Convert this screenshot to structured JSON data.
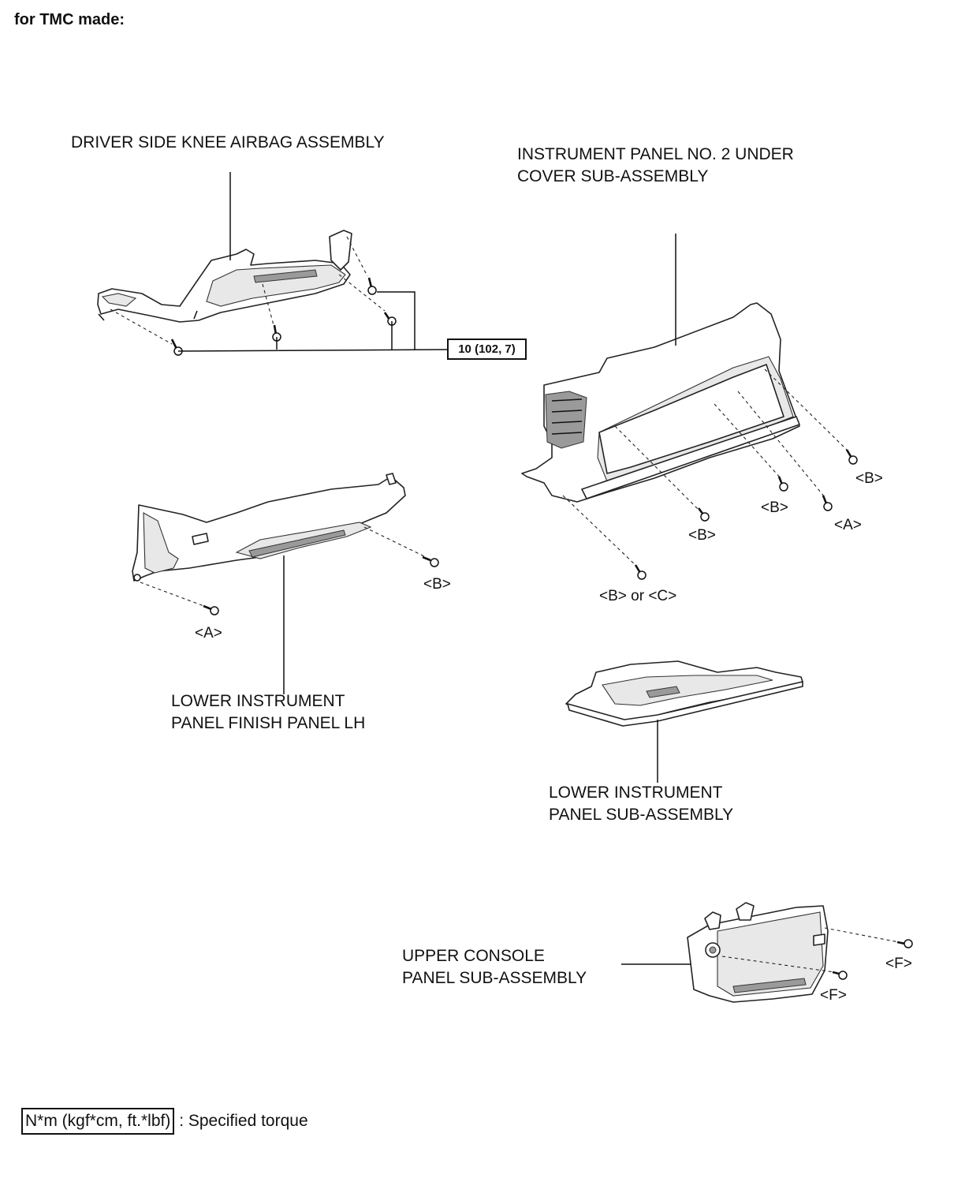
{
  "heading": "for TMC made:",
  "parts": {
    "knee_airbag": "DRIVER SIDE KNEE AIRBAG ASSEMBLY",
    "under_cover_line1": "INSTRUMENT PANEL NO. 2 UNDER",
    "under_cover_line2": "COVER SUB-ASSEMBLY",
    "finish_panel_line1": "LOWER INSTRUMENT",
    "finish_panel_line2": "PANEL FINISH PANEL LH",
    "lower_panel_line1": "LOWER INSTRUMENT",
    "lower_panel_line2": "PANEL SUB-ASSEMBLY",
    "console_line1": "UPPER CONSOLE",
    "console_line2": "PANEL SUB-ASSEMBLY"
  },
  "torque": "10 (102, 7)",
  "fastener_tags": {
    "b_left": "<B>",
    "a_left": "<A>",
    "b_right_1": "<B>",
    "b_right_2": "<B>",
    "a_right": "<A>",
    "b_right_3": "<B>",
    "b_or_c": "<B> or <C>",
    "f_1": "<F>",
    "f_2": "<F>"
  },
  "legend": {
    "unit": "N*m (kgf*cm, ft.*lbf)",
    "text": ": Specified torque"
  }
}
